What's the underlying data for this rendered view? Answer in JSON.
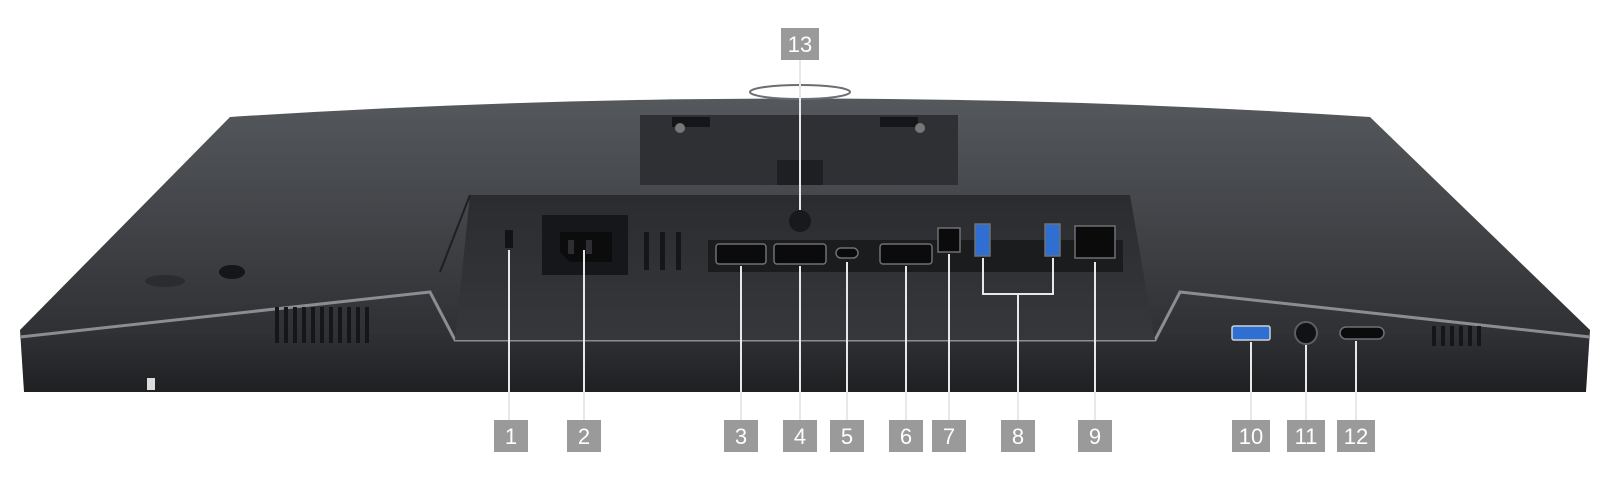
{
  "callouts": [
    {
      "id": "1",
      "label": "1"
    },
    {
      "id": "2",
      "label": "2"
    },
    {
      "id": "3",
      "label": "3"
    },
    {
      "id": "4",
      "label": "4"
    },
    {
      "id": "5",
      "label": "5"
    },
    {
      "id": "6",
      "label": "6"
    },
    {
      "id": "7",
      "label": "7"
    },
    {
      "id": "8",
      "label": "8"
    },
    {
      "id": "9",
      "label": "9"
    },
    {
      "id": "10",
      "label": "10"
    },
    {
      "id": "11",
      "label": "11"
    },
    {
      "id": "12",
      "label": "12"
    },
    {
      "id": "13",
      "label": "13"
    }
  ],
  "colors": {
    "background": "#ffffff",
    "monitor_body": "#3b3d40",
    "monitor_top_surface": "#4a4c50",
    "io_recess": "#2b2d30",
    "port_dark": "#1a1b1c",
    "usb_blue": "#2f6fd1",
    "callout_box": "#9a9a9a",
    "callout_line": "#e8e8e8"
  }
}
